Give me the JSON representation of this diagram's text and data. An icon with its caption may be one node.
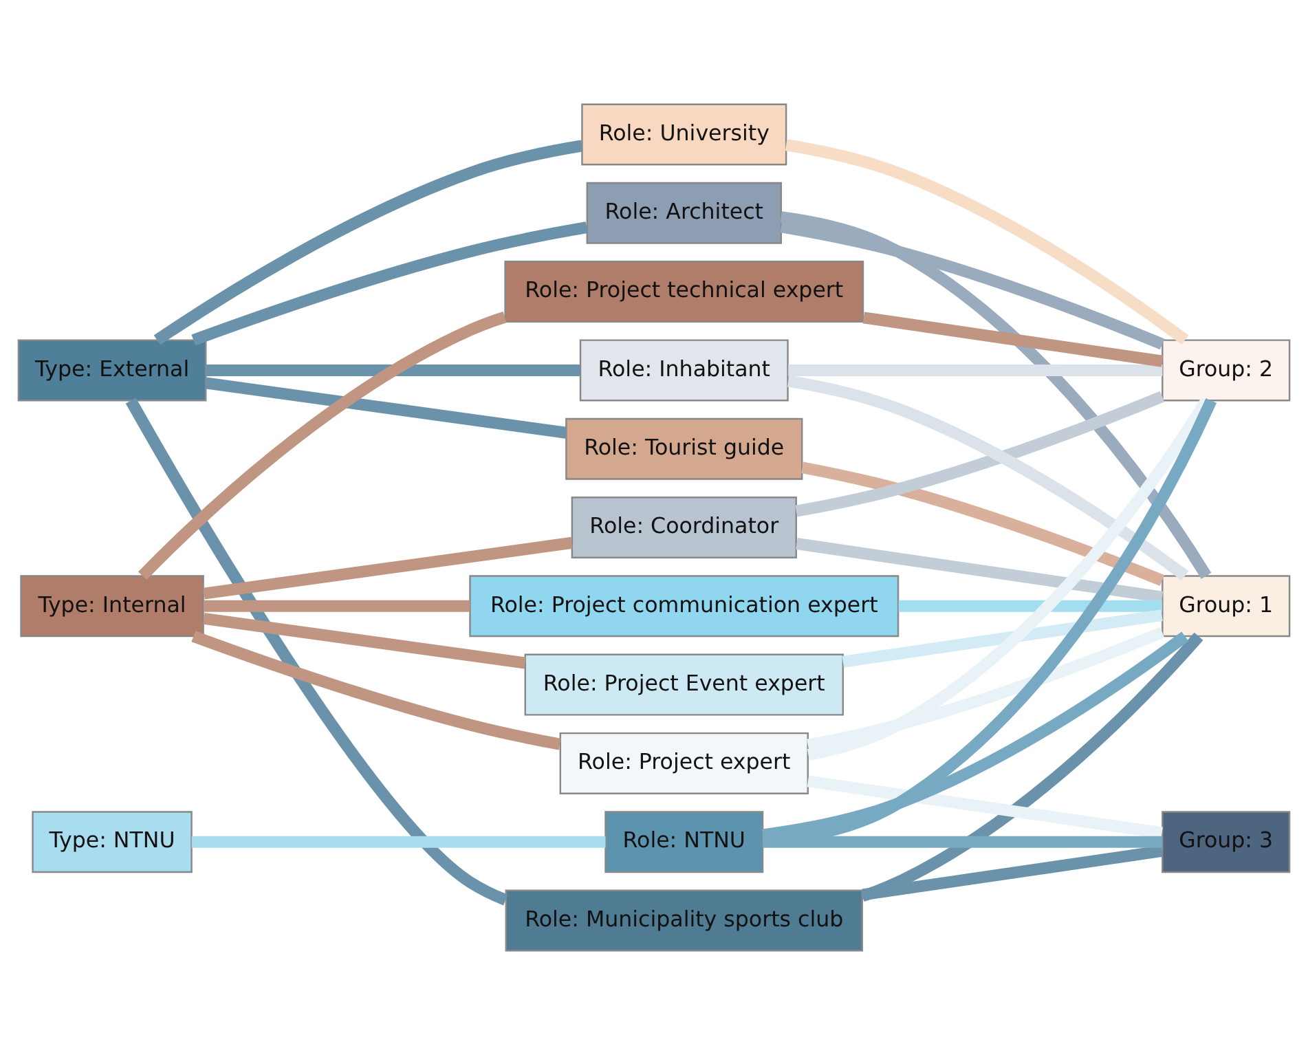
{
  "diagram": {
    "nodes": [
      {
        "text": [
          "Type: External"
        ]
      },
      {
        "text": [
          "Type: Internal"
        ]
      },
      {
        "text": [
          "Type: NTNU"
        ]
      },
      {
        "text": [
          "Role: Tourist guide"
        ]
      },
      {
        "text": [
          "Role: Architect"
        ]
      },
      {
        "text": [
          "Role: Municipality sports club"
        ]
      },
      {
        "text": [
          "Role: Coordinator"
        ]
      },
      {
        "text": [
          "Role: Inhabitant"
        ]
      },
      {
        "text": [
          "Role: Project communication expert"
        ]
      },
      {
        "text": [
          "Role: University"
        ]
      },
      {
        "text": [
          "Role: Project Event expert"
        ]
      },
      {
        "text": [
          "Role: Project expert"
        ]
      },
      {
        "text": [
          "Role: Project technical expert"
        ]
      },
      {
        "text": [
          "Role: NTNU"
        ]
      },
      {
        "text": [
          "Group: 1"
        ]
      },
      {
        "text": [
          "Group: 2"
        ]
      },
      {
        "text": [
          "Group: 3"
        ]
      }
    ],
    "edges": [
      {
        "from": 0,
        "to": 3,
        "arrow": "none",
        "color": "#6a93ab"
      },
      {
        "from": 0,
        "to": 4,
        "arrow": "none",
        "color": "#6a93ab"
      },
      {
        "from": 0,
        "to": 5,
        "arrow": "none",
        "color": "#6a93ab"
      },
      {
        "from": 1,
        "to": 6,
        "arrow": "none",
        "color": "#c09581"
      },
      {
        "from": 0,
        "to": 7,
        "arrow": "none",
        "color": "#6a93ab"
      },
      {
        "from": 1,
        "to": 8,
        "arrow": "none",
        "color": "#c09581"
      },
      {
        "from": 0,
        "to": 9,
        "arrow": "none",
        "color": "#6a93ab"
      },
      {
        "from": 1,
        "to": 10,
        "arrow": "none",
        "color": "#c09581"
      },
      {
        "from": 1,
        "to": 11,
        "arrow": "none",
        "color": "#c09581"
      },
      {
        "from": 1,
        "to": 12,
        "arrow": "none",
        "color": "#c09581"
      },
      {
        "from": 2,
        "to": 13,
        "arrow": "none",
        "color": "#a8dcef"
      },
      {
        "from": 3,
        "to": 14,
        "arrow": "none",
        "color": "#d9b09c"
      },
      {
        "from": 4,
        "to": 14,
        "arrow": "none",
        "color": "#9aabbe"
      },
      {
        "from": 5,
        "to": 14,
        "arrow": "none",
        "color": "#6a93ab"
      },
      {
        "from": 6,
        "to": 14,
        "arrow": "none",
        "color": "#c3cdd8"
      },
      {
        "from": 7,
        "to": 14,
        "arrow": "none",
        "color": "#dbe2ea"
      },
      {
        "from": 8,
        "to": 14,
        "arrow": "none",
        "color": "#a3ddf0"
      },
      {
        "from": 10,
        "to": 14,
        "arrow": "none",
        "color": "#d3ebf5"
      },
      {
        "from": 11,
        "to": 14,
        "arrow": "none",
        "color": "#e8f2f7"
      },
      {
        "from": 13,
        "to": 14,
        "arrow": "none",
        "color": "#78a9c3"
      },
      {
        "from": 4,
        "to": 15,
        "arrow": "none",
        "color": "#9aabbe"
      },
      {
        "from": 6,
        "to": 15,
        "arrow": "none",
        "color": "#c3cdd8"
      },
      {
        "from": 7,
        "to": 15,
        "arrow": "none",
        "color": "#dbe2ea"
      },
      {
        "from": 9,
        "to": 15,
        "arrow": "none",
        "color": "#f7dcc6"
      },
      {
        "from": 11,
        "to": 15,
        "arrow": "none",
        "color": "#e8f2f7"
      },
      {
        "from": 12,
        "to": 15,
        "arrow": "none",
        "color": "#c09581"
      },
      {
        "from": 13,
        "to": 15,
        "arrow": "none",
        "color": "#78a9c3"
      },
      {
        "from": 5,
        "to": 16,
        "arrow": "none",
        "color": "#6a93ab"
      },
      {
        "from": 11,
        "to": 16,
        "arrow": "none",
        "color": "#e8f2f7"
      },
      {
        "from": 13,
        "to": 16,
        "arrow": "none",
        "color": "#78a9c3"
      }
    ]
  }
}
